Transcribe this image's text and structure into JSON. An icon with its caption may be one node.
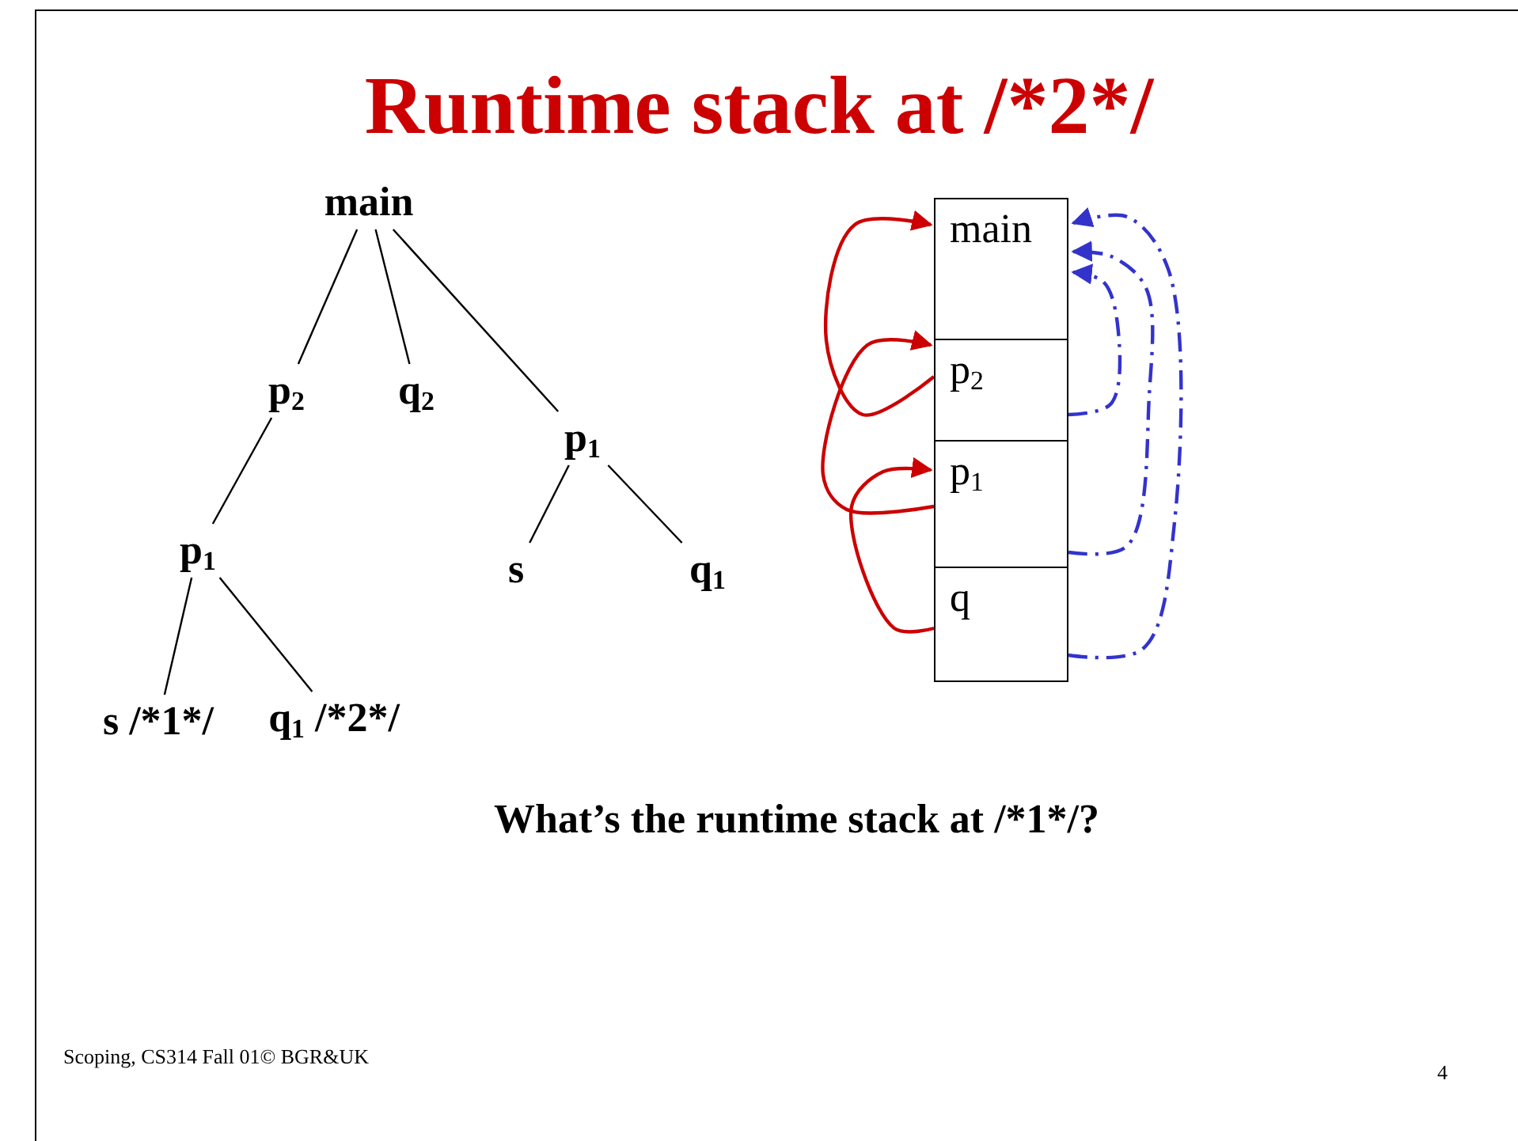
{
  "diagram": {
    "title": "Runtime stack at /*2*/",
    "nodes": [
      {
        "text": [
          "main"
        ]
      },
      {
        "text": [
          "p$_{2}$"
        ]
      },
      {
        "text": [
          "q$_{2}$"
        ]
      },
      {
        "text": [
          "p$_{1}$"
        ]
      },
      {
        "text": [
          "p$_{1}$"
        ]
      },
      {
        "text": [
          "s /*1*/"
        ]
      },
      {
        "text": [
          "q$_{1}$",
          "/*2*/"
        ]
      },
      {
        "text": [
          "s"
        ]
      },
      {
        "text": [
          "q$_{1}$"
        ]
      },
      {
        "text": [
          "main"
        ]
      },
      {
        "text": [
          "p$_{2}$"
        ]
      },
      {
        "text": [
          "p$_{1}$"
        ]
      },
      {
        "text": [
          "q"
        ]
      }
    ],
    "edges": [
      {
        "from": 0,
        "to": 1,
        "arrow": "none"
      },
      {
        "from": 0,
        "to": 2,
        "arrow": "none"
      },
      {
        "from": 0,
        "to": 3,
        "arrow": "none"
      },
      {
        "from": 1,
        "to": 4,
        "arrow": "none"
      },
      {
        "from": 4,
        "to": 5,
        "arrow": "none"
      },
      {
        "from": 4,
        "to": 6,
        "arrow": "none"
      },
      {
        "from": 3,
        "to": 7,
        "arrow": "none"
      },
      {
        "from": 3,
        "to": 8,
        "arrow": "none"
      },
      {
        "from": 10,
        "to": 9,
        "arrow": "to",
        "color": "#cc0000"
      },
      {
        "from": 11,
        "to": 10,
        "arrow": "to",
        "color": "#cc0000"
      },
      {
        "from": 12,
        "to": 11,
        "arrow": "to",
        "color": "#cc0000"
      },
      {
        "from": 10,
        "to": 9,
        "arrow": "to",
        "style": "dashed",
        "color": "#3333cc"
      },
      {
        "from": 11,
        "to": 9,
        "arrow": "to",
        "style": "dashed",
        "color": "#3333cc"
      },
      {
        "from": 12,
        "to": 9,
        "arrow": "to",
        "style": "dashed",
        "color": "#3333cc"
      }
    ],
    "labels": [
      "What’s the runtime stack at /*1*/?",
      "Scoping, CS314 Fall 01©  BGR&UK",
      "4"
    ]
  }
}
